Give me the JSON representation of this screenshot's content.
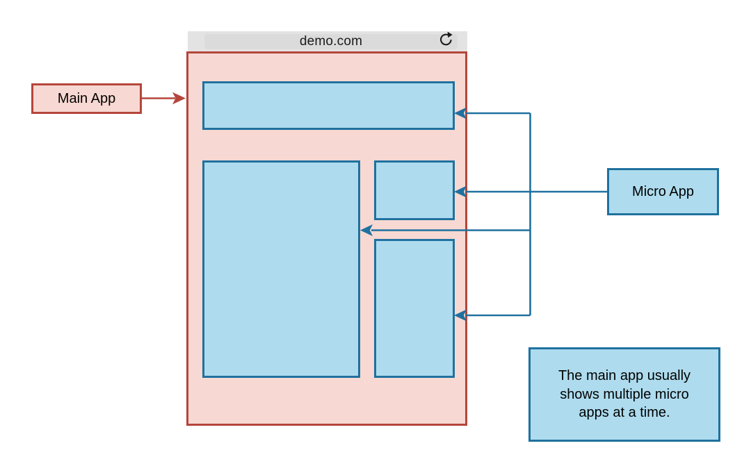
{
  "browser": {
    "url": "demo.com",
    "reload_icon": "clockwise-open-circle-arrow"
  },
  "labels": {
    "main_app": "Main App",
    "micro_app": "Micro App"
  },
  "note": {
    "text": "The main app usually shows multiple micro apps at a time."
  },
  "colors": {
    "main_app_fill": "#f8d8d2",
    "main_app_border": "#b5453b",
    "micro_app_fill": "#aedcee",
    "micro_app_border": "#1f719f",
    "browser_bar": "#e4e3e3",
    "address_field": "#dcdbdb",
    "text": "#000000"
  }
}
